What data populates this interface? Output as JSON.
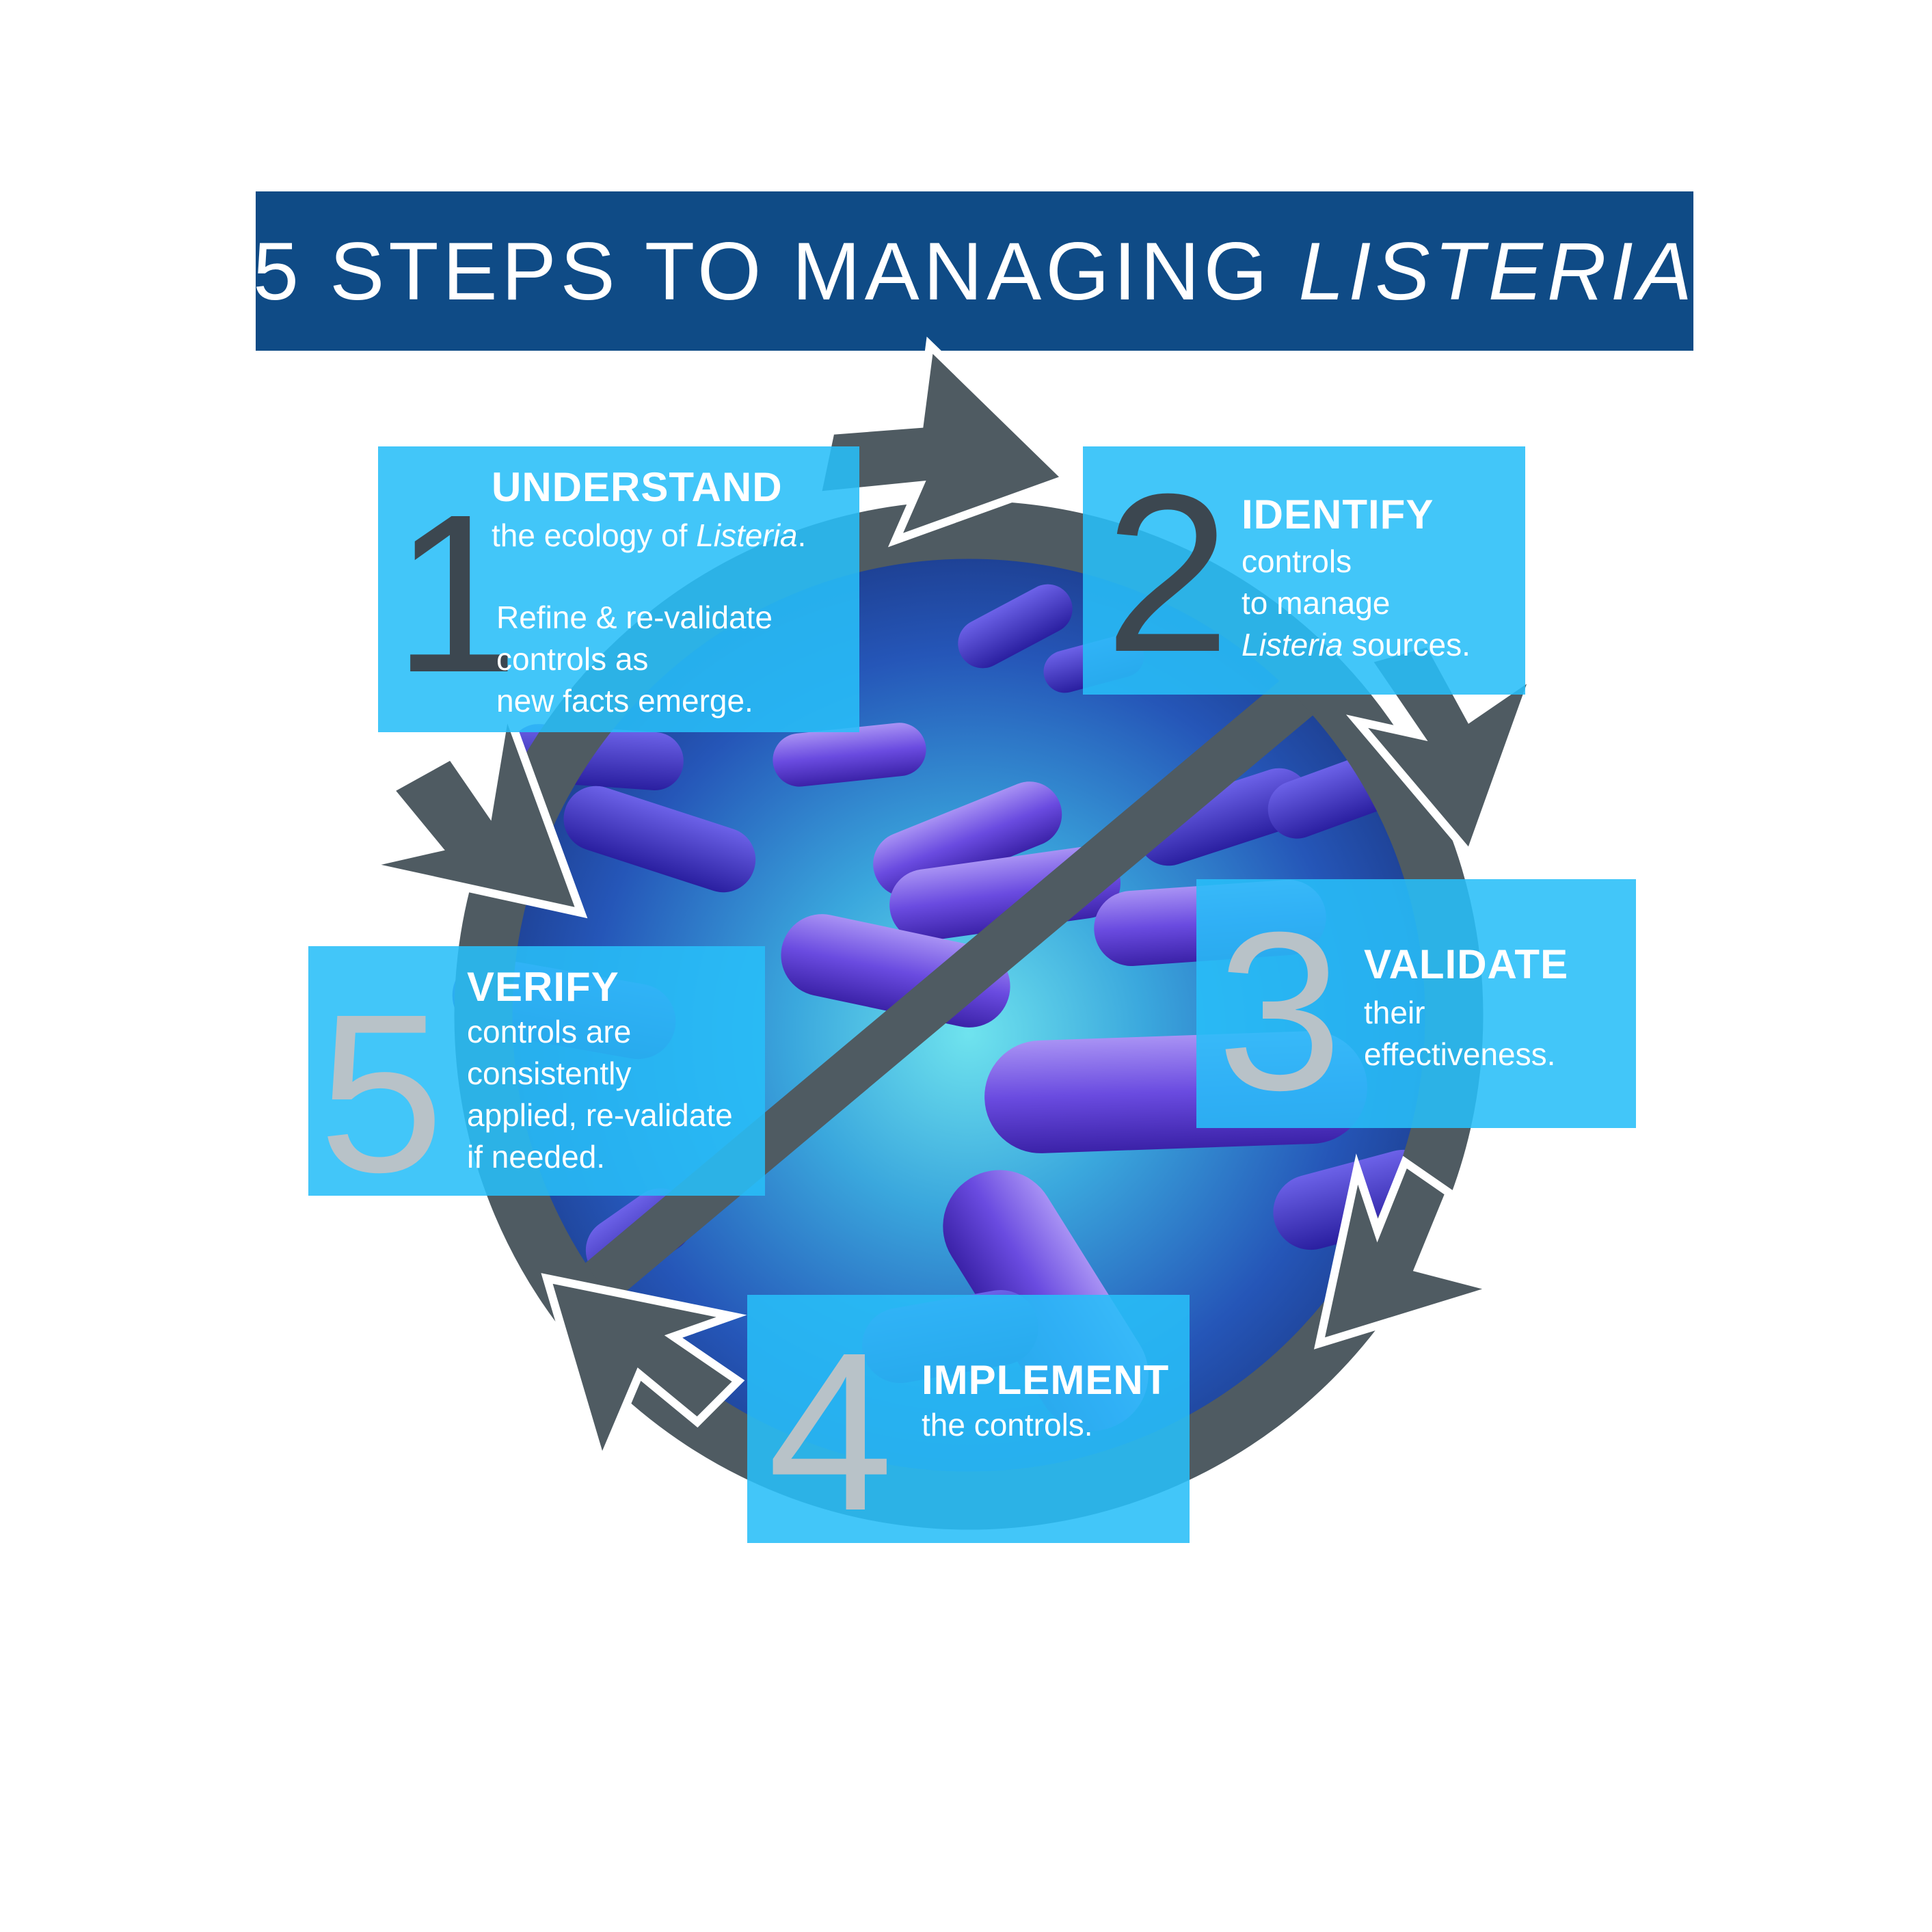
{
  "title": {
    "text": "5 STEPS TO MANAGING ",
    "emphasis": "LISTERIA"
  },
  "colors": {
    "title_bar": "#0f4b86",
    "step_box": "#28bef8",
    "arrow": "#4f5b62",
    "bacteria": "#5a3fd8",
    "background_glow": "#3fd6e6"
  },
  "steps": [
    {
      "number": "1",
      "title": "UNDERSTAND",
      "line1_pre": "the ecology of ",
      "line1_em": "Listeria",
      "line1_post": ".",
      "extra": [
        "Refine & re-validate",
        "controls as",
        "new facts emerge."
      ]
    },
    {
      "number": "2",
      "title": "IDENTIFY",
      "lines": [
        "controls",
        "to manage"
      ],
      "last_em": "Listeria",
      "last_post": " sources."
    },
    {
      "number": "3",
      "title": "VALIDATE",
      "lines": [
        "their",
        "effectiveness."
      ]
    },
    {
      "number": "4",
      "title": "IMPLEMENT",
      "lines": [
        "the controls."
      ]
    },
    {
      "number": "5",
      "title": "VERIFY",
      "lines": [
        "controls are",
        "consistently",
        "applied, re-validate",
        "if needed."
      ]
    }
  ]
}
